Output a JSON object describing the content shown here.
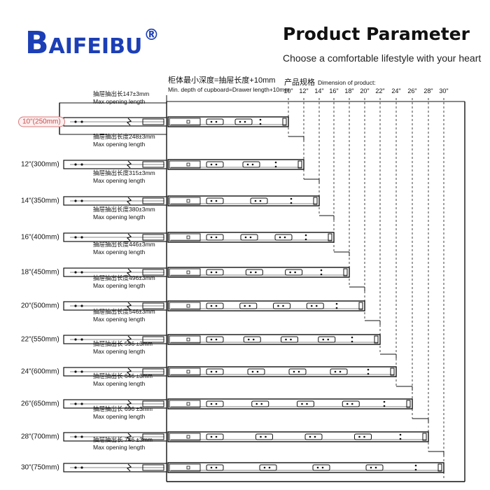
{
  "brand": {
    "first_letter": "B",
    "rest": "AIFEIBU",
    "registered": "®"
  },
  "header": {
    "title": "Product Parameter",
    "subtitle": "Choose a comfortable lifestyle with your heart"
  },
  "min_depth": {
    "zh": "柜体最小深度=抽屉长度+10mm",
    "en": "Min. depth of cupboard=Drawer length+10mm"
  },
  "dimension_header": {
    "zh": "产品规格",
    "en": "Dimension of product:"
  },
  "dimension_ticks": [
    "10\"",
    "12\"",
    "14\"",
    "16\"",
    "18\"",
    "20\"",
    "22\"",
    "24\"",
    "26\"",
    "28\"",
    "30\""
  ],
  "slides": [
    {
      "size": "10\"(250mm)",
      "opening_zh": "抽屉抽出长147±3mm",
      "opening_en": "Max opening length",
      "highlight": true
    },
    {
      "size": "12\"(300mm)",
      "opening_zh": "抽屉抽出长度248±3mm",
      "opening_en": "Max opening length"
    },
    {
      "size": "14\"(350mm)",
      "opening_zh": "抽屉抽出长度315±3mm",
      "opening_en": "Max opening length"
    },
    {
      "size": "16\"(400mm)",
      "opening_zh": "抽屉抽出长度380±3mm",
      "opening_en": "Max opening length"
    },
    {
      "size": "18\"(450mm)",
      "opening_zh": "抽屉抽出长度446±3mm",
      "opening_en": "Max opening length"
    },
    {
      "size": "20\"(500mm)",
      "opening_zh": "抽屉抽出长度496±3mm",
      "opening_en": "Max opening length"
    },
    {
      "size": "22\"(550mm)",
      "opening_zh": "抽屉抽出长度546±3mm",
      "opening_en": "Max opening length"
    },
    {
      "size": "24\"(600mm)",
      "opening_zh": "抽屉抽出长 596 ±3mm",
      "opening_en": "Max opening length"
    },
    {
      "size": "26\"(650mm)",
      "opening_zh": "抽屉抽出长 646 ±3mm",
      "opening_en": "Max opening length"
    },
    {
      "size": "28\"(700mm)",
      "opening_zh": "抽屉抽出长 696 ±3mm",
      "opening_en": "Max opening length"
    },
    {
      "size": "30\"(750mm)",
      "opening_zh": "抽屉抽出长 746 ±3mm",
      "opening_en": "Max opening length"
    }
  ],
  "colors": {
    "brand": "#1c3fb6",
    "highlight": "#c74a4a",
    "line": "#111111"
  }
}
